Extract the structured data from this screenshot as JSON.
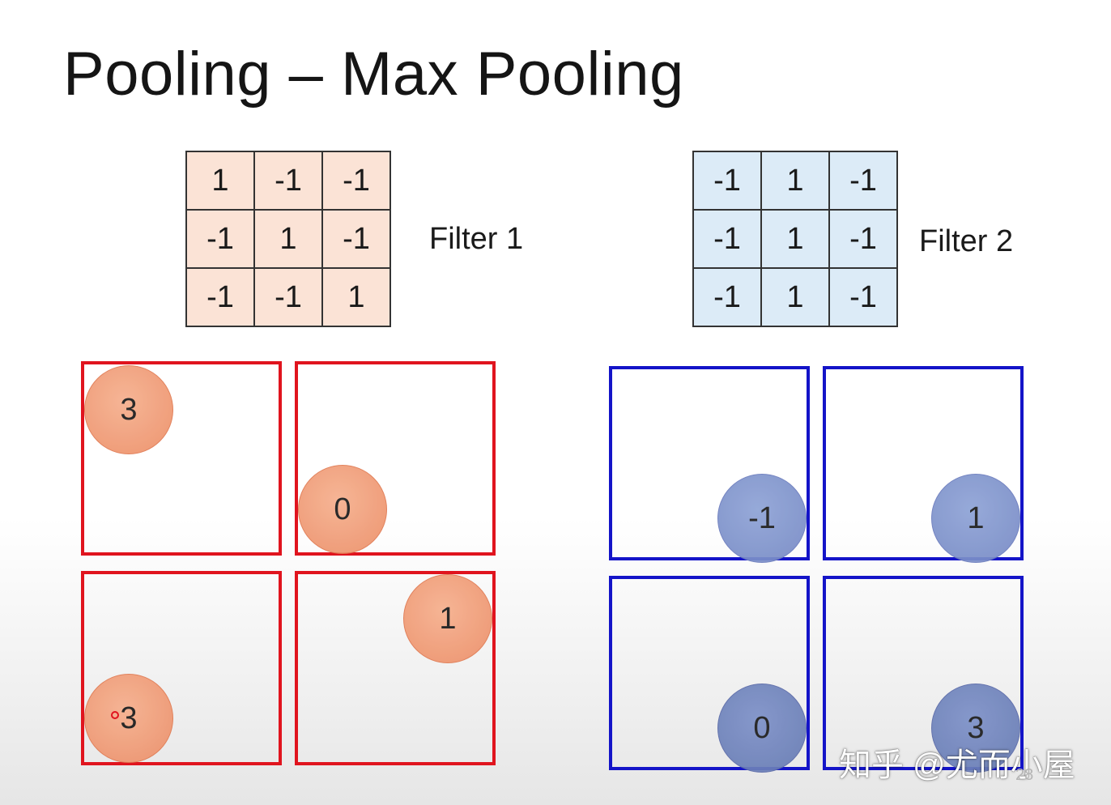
{
  "title": "Pooling – Max Pooling",
  "filter1": {
    "label": "Filter 1",
    "color": "#fbe3d6",
    "rows": [
      [
        "1",
        "-1",
        "-1"
      ],
      [
        "-1",
        "1",
        "-1"
      ],
      [
        "-1",
        "-1",
        "1"
      ]
    ]
  },
  "filter2": {
    "label": "Filter 2",
    "color": "#dcebf7",
    "rows": [
      [
        "-1",
        "1",
        "-1"
      ],
      [
        "-1",
        "1",
        "-1"
      ],
      [
        "-1",
        "1",
        "-1"
      ]
    ]
  },
  "pool1": {
    "border_color": "#e0141e",
    "values": [
      "3",
      "0",
      "3",
      "1"
    ]
  },
  "pool2": {
    "border_color": "#1414c8",
    "values": [
      "-1",
      "1",
      "0",
      "3"
    ]
  },
  "watermark": "知乎 @尤而小屋",
  "page_number": "28"
}
